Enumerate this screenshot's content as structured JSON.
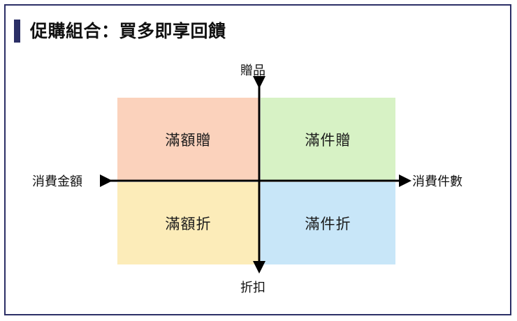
{
  "card": {
    "accent_color": "#2b2f66",
    "border_color": "#2b2f66",
    "background": "#ffffff"
  },
  "header": {
    "title": "促購組合：買多即享回饋"
  },
  "chart_data": {
    "type": "table",
    "title": "促購組合：買多即享回饋",
    "layout": "2x2 quadrant matrix",
    "x_axis": {
      "negative_label": "消費金額",
      "positive_label": "消費件數",
      "arrow": "double"
    },
    "y_axis": {
      "positive_label": "贈品",
      "negative_label": "折扣",
      "arrow": "double"
    },
    "quadrants": [
      {
        "id": "top-left",
        "label": "滿額贈",
        "x_axis_side": "消費金額",
        "y_axis_side": "贈品",
        "color": "#fbd2bc"
      },
      {
        "id": "top-right",
        "label": "滿件贈",
        "x_axis_side": "消費件數",
        "y_axis_side": "贈品",
        "color": "#d7f2c5"
      },
      {
        "id": "bottom-left",
        "label": "滿額折",
        "x_axis_side": "消費金額",
        "y_axis_side": "折扣",
        "color": "#fcecb9"
      },
      {
        "id": "bottom-right",
        "label": "滿件折",
        "x_axis_side": "消費件數",
        "y_axis_side": "折扣",
        "color": "#c8e6f8"
      }
    ],
    "legend": [],
    "grid": false
  }
}
